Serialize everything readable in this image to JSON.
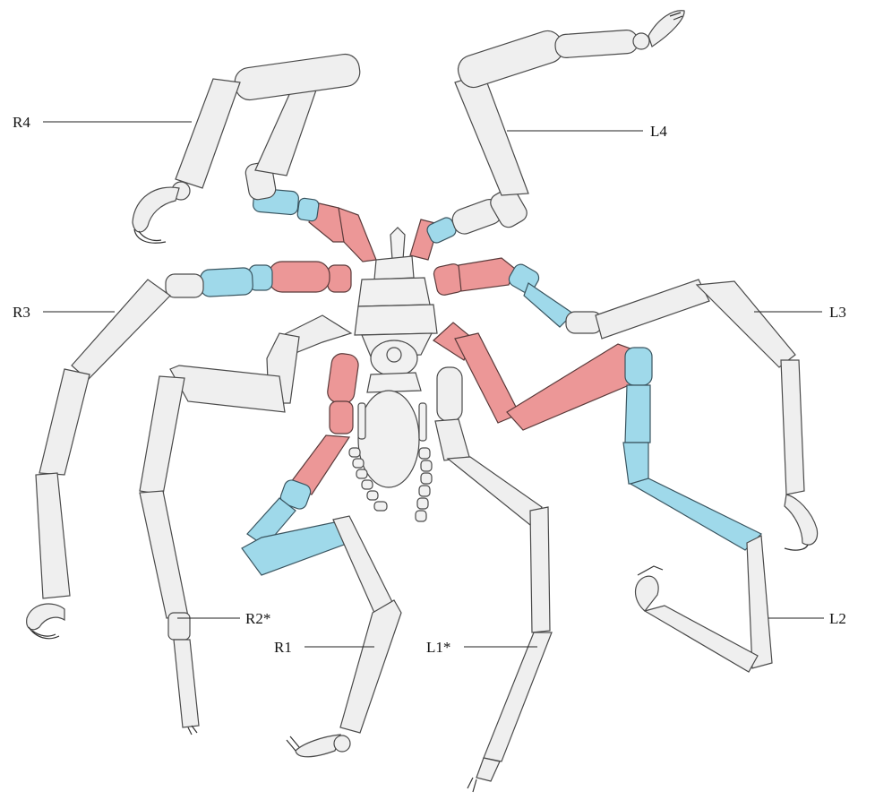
{
  "labels": {
    "r4": "R4",
    "l4": "L4",
    "r3": "R3",
    "l3": "L3",
    "r2": "R2*",
    "l2": "L2",
    "r1": "R1",
    "l1": "L1*"
  },
  "colors": {
    "segment_plain": "#efefef",
    "segment_red": "#ec9797",
    "segment_blue": "#9fd9ea",
    "outline": "#4a4a4a"
  }
}
